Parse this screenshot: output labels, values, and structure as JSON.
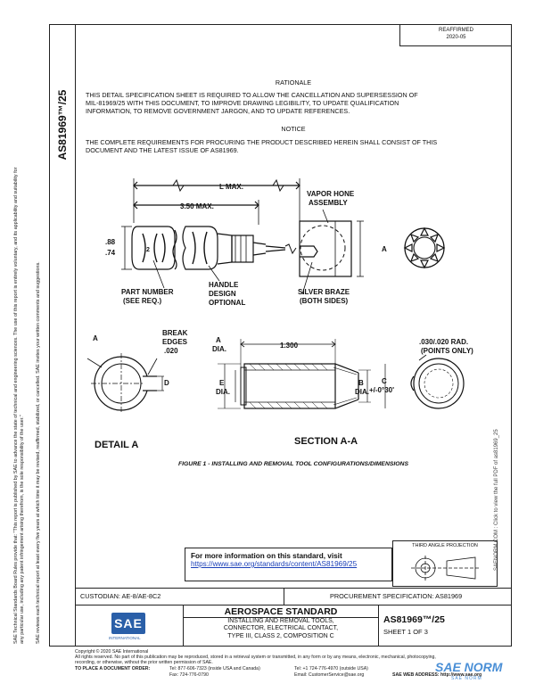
{
  "header": {
    "rev_label": "REAFFIRMED",
    "rev_date": "2020-05"
  },
  "sidebar": {
    "doc_number": "AS81969™/25",
    "notice_line1": "SAE Technical Standards Board Rules provide that: \"This report is published by SAE to advance the state of technical and engineering sciences. The use of this report is entirely voluntary, and its applicability and suitability for any particular use, including any patent infringement arising therefrom, is the sole responsibility of the user.\"",
    "notice_line2": "SAE reviews each technical report at least every five years at which time it may be revised, reaffirmed, stabilized, or cancelled. SAE invites your written comments and suggestions."
  },
  "rationale": {
    "heading": "RATIONALE",
    "body_line1": "THIS DETAIL SPECIFICATION SHEET IS REQUIRED TO ALLOW THE CANCELLATION AND SUPERSESSION OF",
    "body_line2": "MIL-81969/25 WITH THIS DOCUMENT, TO IMPROVE DRAWING LEGIBILITY, TO UPDATE QUALIFICATION",
    "body_line3": "INFORMATION, TO REMOVE GOVERNMENT JARGON, AND TO UPDATE REFERENCES."
  },
  "notice": {
    "heading": "NOTICE",
    "body_line1": "THE COMPLETE REQUIREMENTS FOR PROCURING THE PRODUCT DESCRIBED HEREIN SHALL CONSIST OF THIS",
    "body_line2": "DOCUMENT AND THE LATEST ISSUE OF AS81969."
  },
  "drawing": {
    "l_max": "L MAX.",
    "dim_350": "3.50 MAX.",
    "dim_88": ".88",
    "dim_74": ".74",
    "vapor_hone_1": "VAPOR HONE",
    "vapor_hone_2": "ASSEMBLY",
    "part_number_1": "PART NUMBER",
    "part_number_2": "(SEE REQ.)",
    "handle_1": "HANDLE",
    "handle_2": "DESIGN",
    "handle_3": "OPTIONAL",
    "silver_braze_1": "SILVER BRAZE",
    "silver_braze_2": "(BOTH SIDES)",
    "label_a": "A",
    "break_1": "BREAK",
    "break_2": "EDGES",
    "break_3": ".020",
    "label_d": "D",
    "a_dia_1": "A",
    "a_dia_2": "DIA.",
    "dim_1300": "1.300",
    "e_dia_1": "E",
    "e_dia_2": "DIA.",
    "b_dia_1": "B",
    "b_dia_2": "DIA.",
    "c_1": "C",
    "c_2": "+/-0°30'",
    "rad_1": ".030/.020 RAD.",
    "rad_2": "(POINTS ONLY)",
    "detail_a": "DETAIL A",
    "section_aa": "SECTION A-A"
  },
  "figure_caption": "FIGURE 1 - INSTALLING AND REMOVAL TOOL CONFIGURATIONS/DIMENSIONS",
  "right_margin_text": "SAENORM.COM : Click to view the full PDF of as81969_25",
  "info_box": {
    "line1": "For more information on this standard, visit",
    "link": "https://www.sae.org/standards/content/AS81969/25"
  },
  "projection": {
    "label": "THIRD ANGLE PROJECTION"
  },
  "title_block": {
    "custodian": "CUSTODIAN: AE-8/AE-8C2",
    "procurement": "PROCUREMENT SPECIFICATION: AS81969",
    "standard_title": "AEROSPACE STANDARD",
    "desc_line1": "INSTALLING AND REMOVAL TOOLS,",
    "desc_line2": "CONNECTOR, ELECTRICAL CONTACT,",
    "desc_line3": "TYPE III, CLASS 2, COMPOSITION C",
    "doc_number": "AS81969™/25",
    "sheet": "SHEET 1 OF 3",
    "logo_text": "SAE",
    "logo_sub": "INTERNATIONAL"
  },
  "footer": {
    "copyright": "Copyright © 2020 SAE International",
    "rights": "All rights reserved. No part of this publication may be reproduced, stored in a retrieval system or transmitted, in any form or by any means, electronic, mechanical, photocopying,",
    "rights2": "recording, or otherwise, without the prior written permission of SAE.",
    "order_label": "TO PLACE A DOCUMENT ORDER:",
    "tel": "Tel: 877-606-7323 (inside USA and Canada)",
    "tel2": "Tel: +1 724-776-4970 (outside USA)",
    "fax": "Fax: 724-776-0790",
    "email": "Email: CustomerService@sae.org",
    "web": "SAE WEB ADDRESS: http://www.sae.org"
  },
  "watermark": {
    "text": "SAE NORM",
    "sub": "SAE NORM"
  },
  "colors": {
    "link": "#1a3fb8",
    "sae_blue": "#2a5fa8"
  }
}
